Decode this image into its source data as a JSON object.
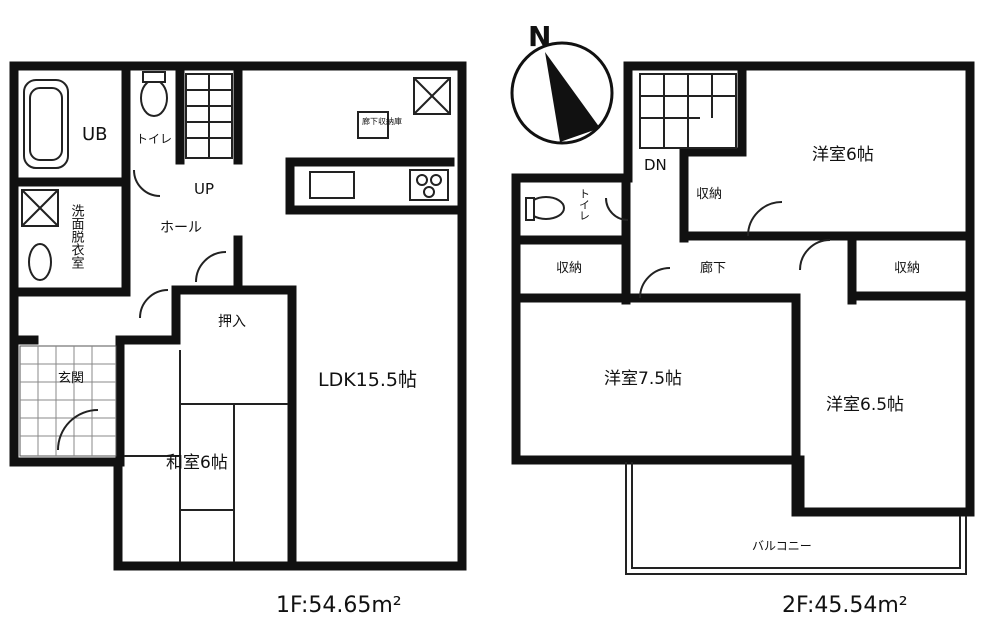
{
  "compass": {
    "north_label": "N"
  },
  "floor1": {
    "area_label": "1F:54.65m²",
    "rooms": {
      "ub": "UB",
      "toilet": "トイレ",
      "washroom": "洗面脱衣室",
      "hall": "ホール",
      "up": "UP",
      "storage_small": "廊下収納庫",
      "closet": "押入",
      "entrance": "玄関",
      "ldk": "LDK15.5帖",
      "washitsu": "和室6帖"
    }
  },
  "floor2": {
    "area_label": "2F:45.54m²",
    "rooms": {
      "dn": "DN",
      "toilet": "トイレ",
      "storage_a": "収納",
      "storage_b": "収納",
      "storage_c": "収納",
      "corridor": "廊下",
      "room_6": "洋室6帖",
      "room_75": "洋室7.5帖",
      "room_65": "洋室6.5帖",
      "balcony": "バルコニー"
    }
  }
}
